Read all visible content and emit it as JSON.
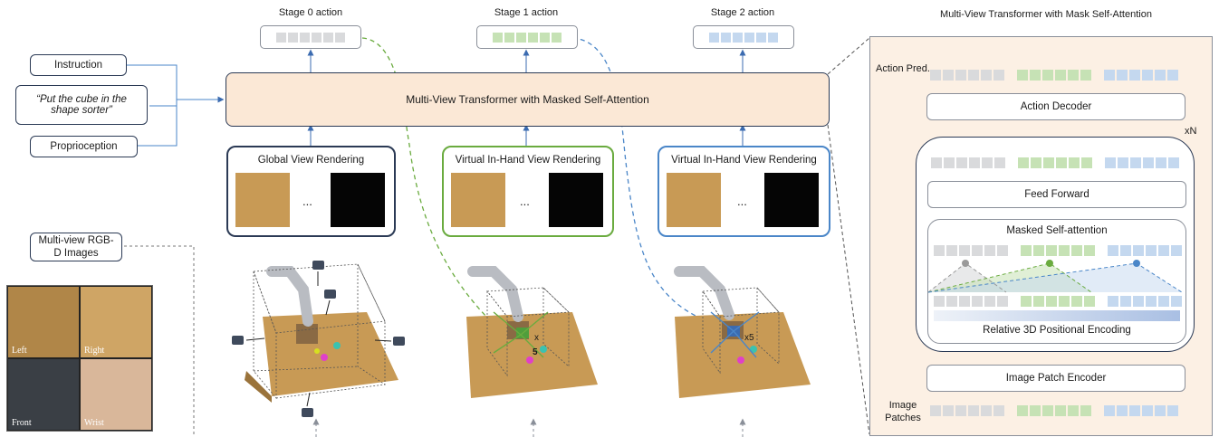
{
  "stages": {
    "s0": "Stage 0 action",
    "s1": "Stage 1 action",
    "s2": "Stage 2 action"
  },
  "inputs": {
    "instruction": "Instruction",
    "quote": "“Put the cube in the shape sorter”",
    "proprioception": "Proprioception",
    "multiview": "Multi-view RGB-D Images"
  },
  "transformer_label": "Multi-View Transformer with Masked Self-Attention",
  "renderings": {
    "global": "Global View Rendering",
    "virtual1": "Virtual In-Hand View Rendering",
    "virtual2": "Virtual In-Hand View Rendering",
    "ellipsis": "..."
  },
  "camera_views": {
    "left": "Left",
    "right": "Right",
    "front": "Front",
    "wrist": "Wrist"
  },
  "scene_marks": {
    "x": "x",
    "five": "5",
    "x5": "x5"
  },
  "panel": {
    "title": "Multi-View Transformer with Mask Self-Attention",
    "action_pred": "Action Pred.",
    "action_decoder": "Action Decoder",
    "xn": "xN",
    "feed_forward": "Feed Forward",
    "masked_self_attention": "Masked Self-attention",
    "relative_pe": "Relative 3D Positional Encoding",
    "image_patch_encoder": "Image Patch Encoder",
    "image_patches": "Image Patches"
  },
  "colors": {
    "stage0": "#d9dadc",
    "stage1": "#c6e2b5",
    "stage2": "#c4d8ef",
    "transformer_fill": "#fbe8d6",
    "panel_fill": "#fcf0e4",
    "outline": "#2b3a55",
    "green_arrow": "#6aab3f",
    "blue_arrow": "#4a86c8"
  }
}
